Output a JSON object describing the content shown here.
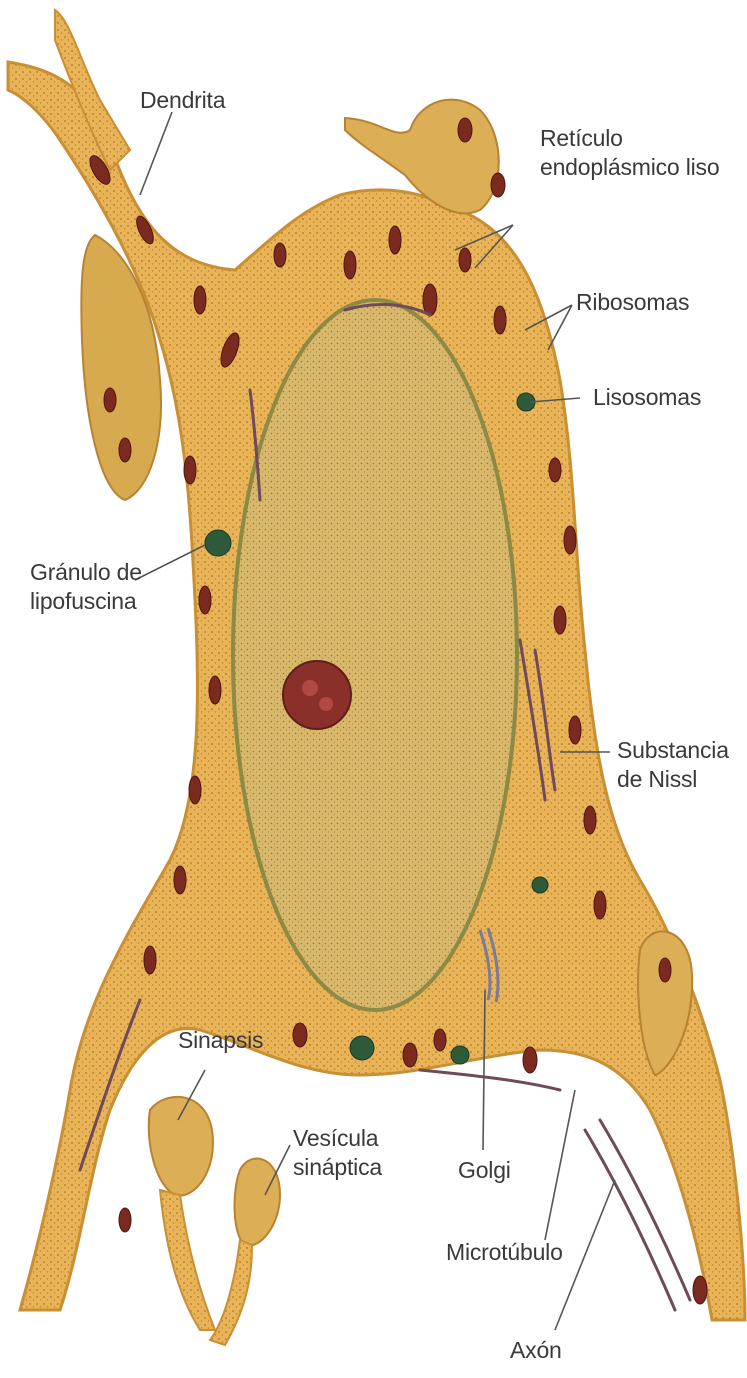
{
  "diagram": {
    "labels": {
      "dendrita": "Dendrita",
      "reticulo_1": "Retículo",
      "reticulo_2": "endoplásmico liso",
      "ribosomas": "Ribosomas",
      "lisosomas": "Lisosomas",
      "granulo_1": "Gránulo de",
      "granulo_2": "lipofuscina",
      "nissl_1": "Substancia",
      "nissl_2": "de Nissl",
      "sinapsis": "Sinapsis",
      "vesicula_1": "Vesícula",
      "vesicula_2": "sináptica",
      "golgi": "Golgi",
      "microtubulo": "Microtúbulo",
      "axon": "Axón"
    },
    "colors": {
      "cytoplasm": "#ecb85a",
      "cytoplasm_edge": "#c98f35",
      "nucleus": "#d6b46a",
      "nucleus_edge": "#8d8a45",
      "mitochondria": "#7a2a1e",
      "nucleolus": "#8a2f2a",
      "lysosome": "#2f5a3a",
      "leader": "#555555"
    }
  }
}
